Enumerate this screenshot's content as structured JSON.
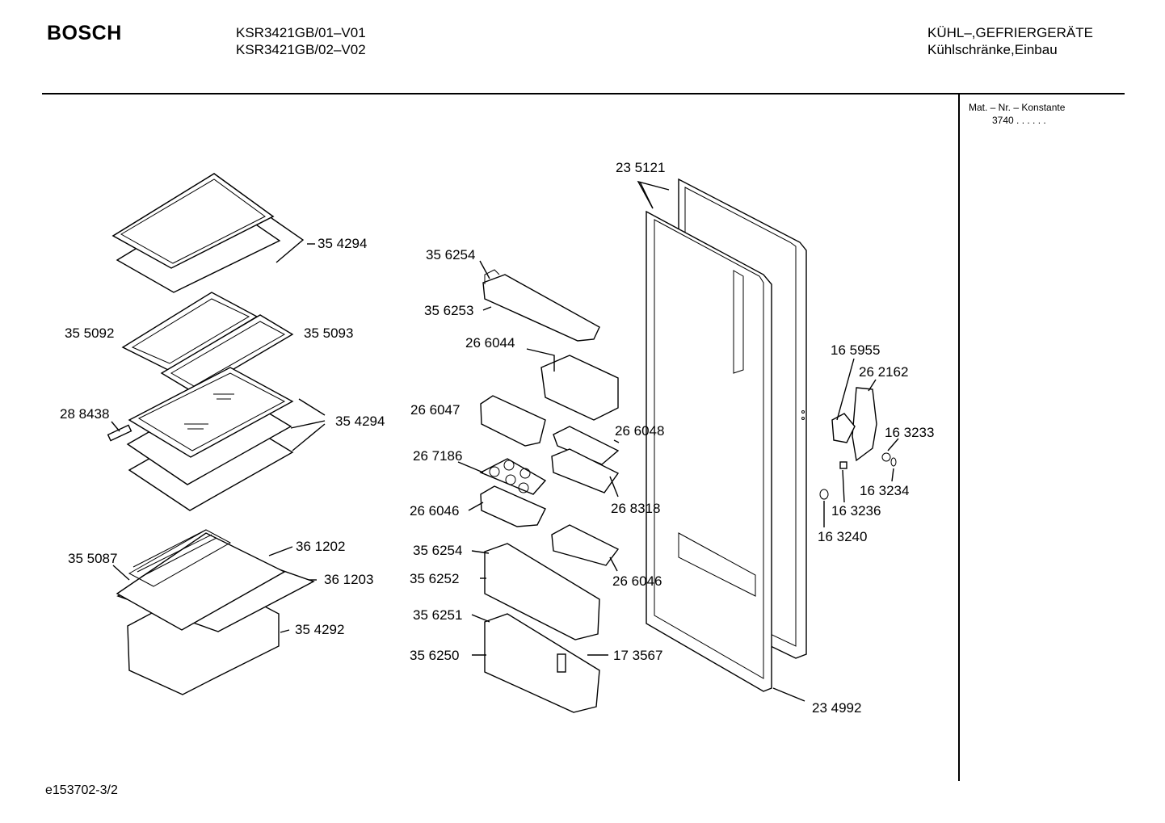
{
  "header": {
    "brand": "BOSCH",
    "model_lines": [
      "KSR3421GB/01–V01",
      "KSR3421GB/02–V02"
    ],
    "category_lines": [
      "KÜHL–,GEFRIERGERÄTE",
      "Kühlschränke,Einbau"
    ]
  },
  "side_panel": {
    "mat_label": "Mat. – Nr. – Konstante",
    "mat_value": "3740 .  .  .  .  .  ."
  },
  "footer": {
    "drawing_id": "e153702-3/2"
  },
  "part_labels": [
    {
      "id": "pl-354294-a",
      "text": "35 4294"
    },
    {
      "id": "pl-355092",
      "text": "35 5092"
    },
    {
      "id": "pl-355093",
      "text": "35 5093"
    },
    {
      "id": "pl-288438",
      "text": "28 8438"
    },
    {
      "id": "pl-354294-b",
      "text": "35 4294"
    },
    {
      "id": "pl-355087",
      "text": "35 5087"
    },
    {
      "id": "pl-361202",
      "text": "36 1202"
    },
    {
      "id": "pl-361203",
      "text": "36 1203"
    },
    {
      "id": "pl-354292",
      "text": "35 4292"
    },
    {
      "id": "pl-356254-a",
      "text": "35 6254"
    },
    {
      "id": "pl-356253",
      "text": "35 6253"
    },
    {
      "id": "pl-266044",
      "text": "26 6044"
    },
    {
      "id": "pl-266047",
      "text": "26 6047"
    },
    {
      "id": "pl-266048",
      "text": "26 6048"
    },
    {
      "id": "pl-267186",
      "text": "26 7186"
    },
    {
      "id": "pl-266046-a",
      "text": "26 6046"
    },
    {
      "id": "pl-268318",
      "text": "26 8318"
    },
    {
      "id": "pl-356254-b",
      "text": "35 6254"
    },
    {
      "id": "pl-356252",
      "text": "35 6252"
    },
    {
      "id": "pl-266046-b",
      "text": "26 6046"
    },
    {
      "id": "pl-356251",
      "text": "35 6251"
    },
    {
      "id": "pl-356250",
      "text": "35 6250"
    },
    {
      "id": "pl-173567",
      "text": "17 3567"
    },
    {
      "id": "pl-235121",
      "text": "23 5121"
    },
    {
      "id": "pl-234992",
      "text": "23 4992"
    },
    {
      "id": "pl-165955",
      "text": "16 5955"
    },
    {
      "id": "pl-262162",
      "text": "26 2162"
    },
    {
      "id": "pl-163233",
      "text": "16 3233"
    },
    {
      "id": "pl-163234",
      "text": "16 3234"
    },
    {
      "id": "pl-163236",
      "text": "16 3236"
    },
    {
      "id": "pl-163240",
      "text": "16 3240"
    }
  ]
}
